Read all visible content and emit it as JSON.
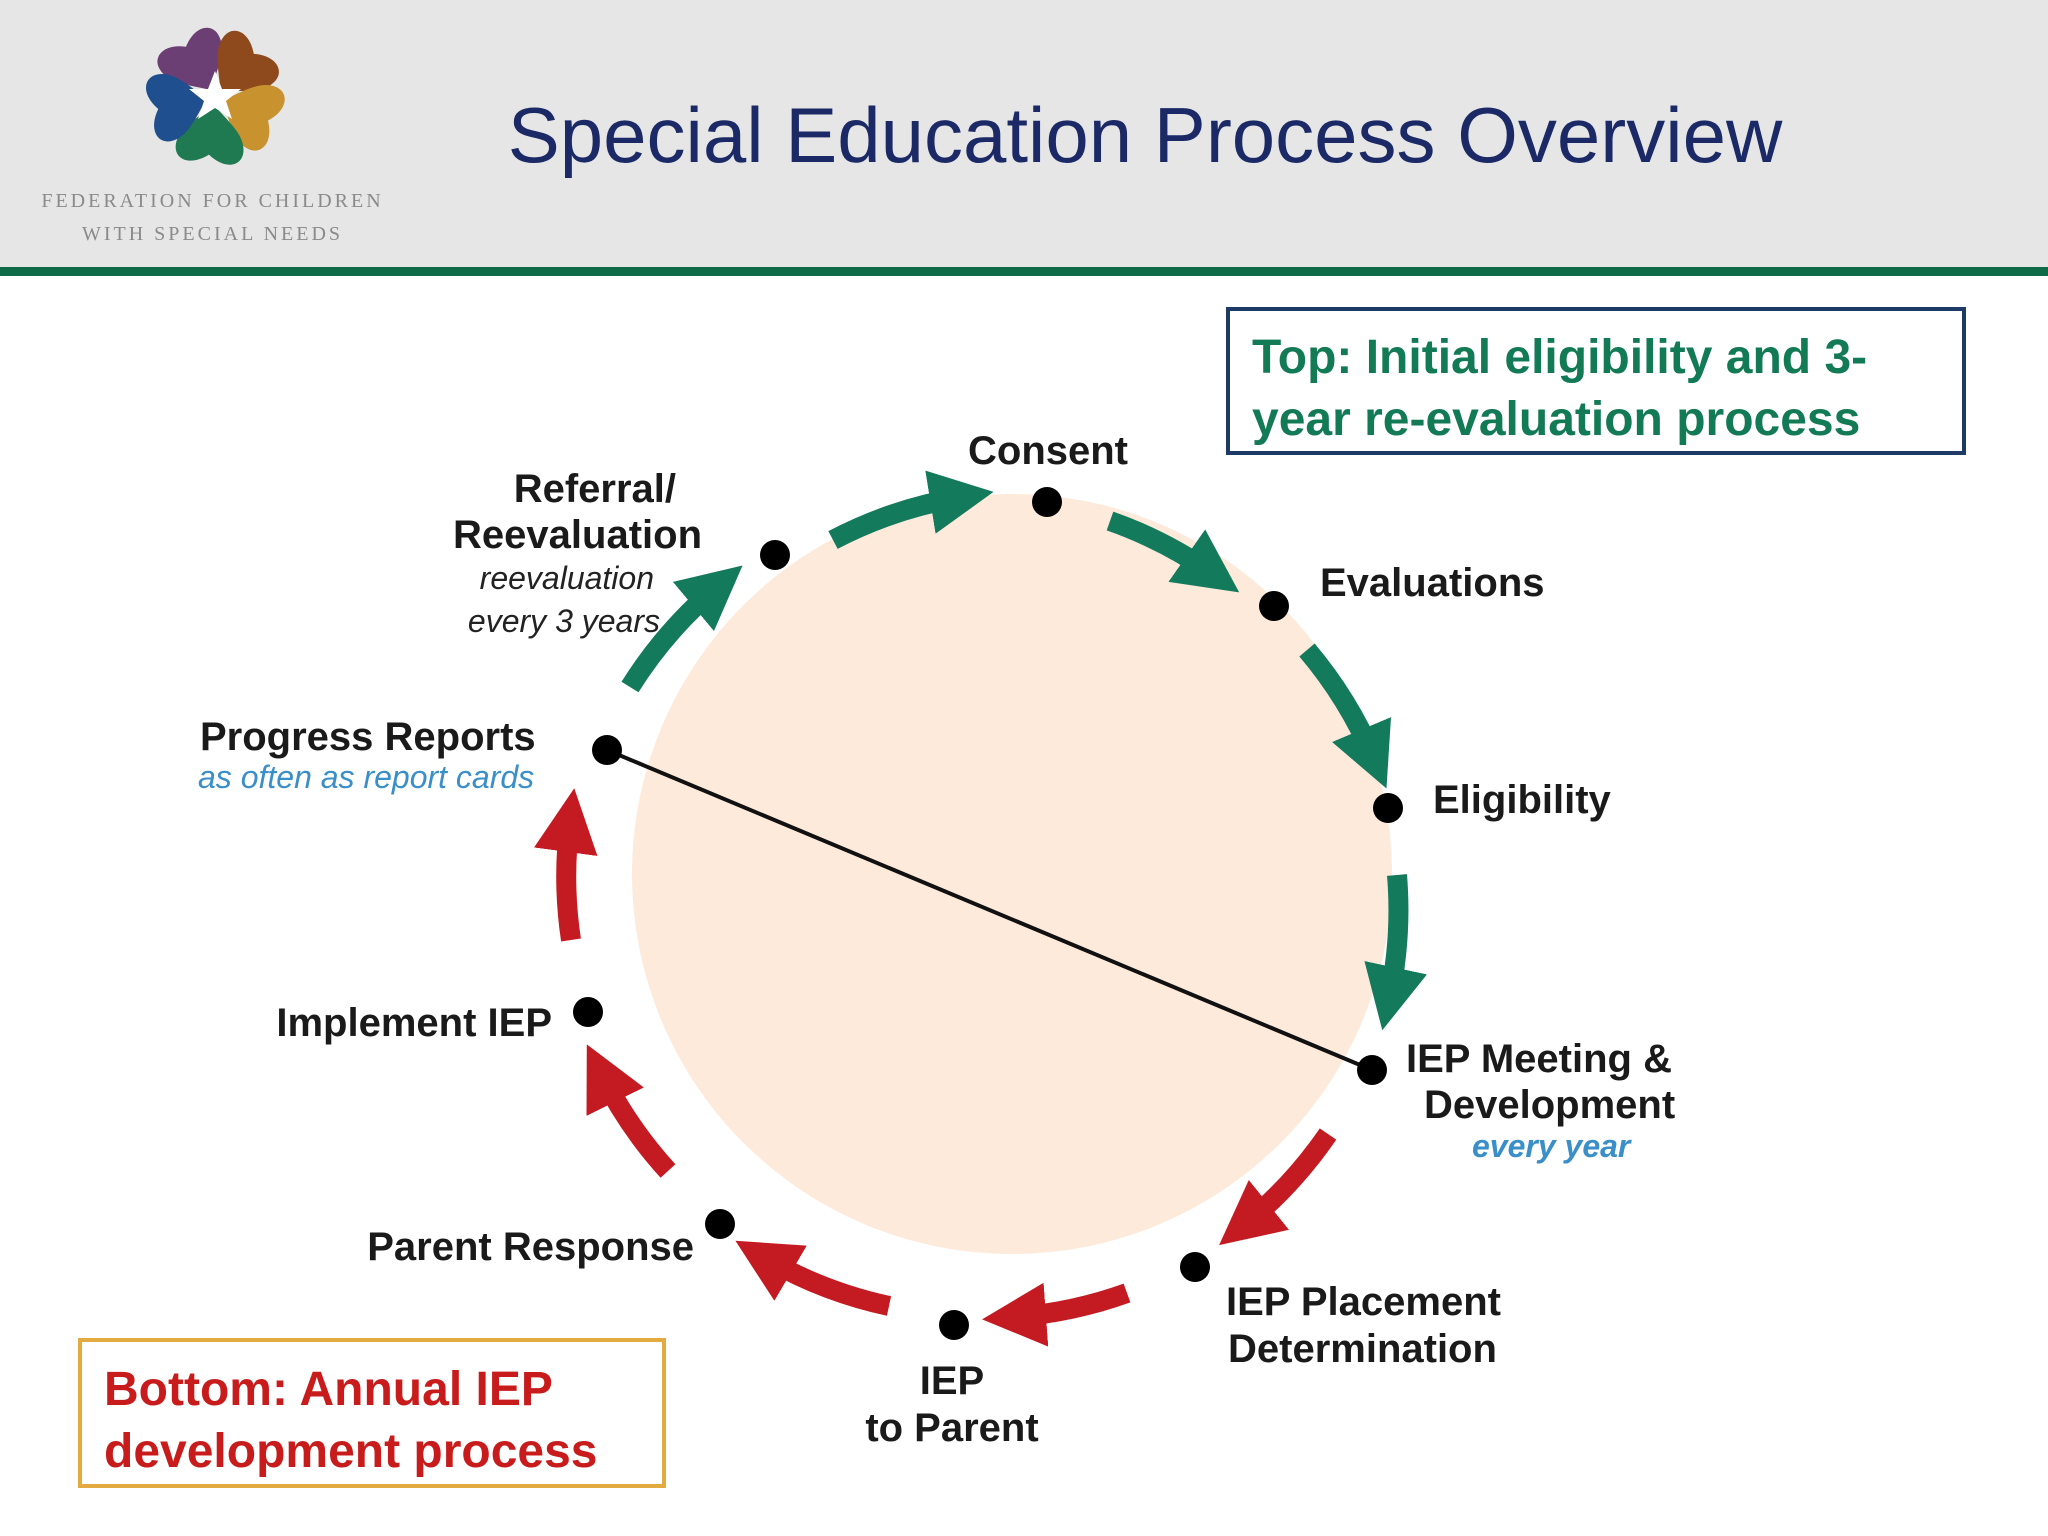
{
  "header": {
    "title": "Special Education Process Overview",
    "logo": {
      "line1": "FEDERATION FOR CHILDREN",
      "line2": "WITH SPECIAL NEEDS"
    }
  },
  "callouts": {
    "top": {
      "line1": "Top:  Initial eligibility and 3-",
      "line2": "year re-evaluation process"
    },
    "bottom": {
      "line1": "Bottom:  Annual IEP",
      "line2": "development process"
    }
  },
  "steps": {
    "consent": "Consent",
    "evaluations": "Evaluations",
    "eligibility": "Eligibility",
    "iep_meeting": {
      "line1": "IEP Meeting  &",
      "line2": "Development",
      "note": "every year"
    },
    "iep_placement": {
      "line1": "IEP Placement",
      "line2": "Determination"
    },
    "iep_to_parent": {
      "line1": "IEP",
      "line2": "to Parent"
    },
    "parent_response": "Parent Response",
    "implement_iep": "Implement  IEP",
    "progress_reports": {
      "line1": "Progress  Reports",
      "note": "as often as report cards"
    },
    "referral": {
      "line1": "Referral/",
      "line2": "Reevaluation",
      "note1": "reevaluation",
      "note2": "every 3 years"
    }
  },
  "colors": {
    "header_bg": "#e6e6e6",
    "header_rule": "#0f6b47",
    "title": "#1b2a66",
    "circle_fill": "#fdeadb",
    "top_arrows": "#137a5c",
    "bottom_arrows": "#c41a22",
    "note_blue": "#3a8fc8",
    "label_text": "#1a1a1a",
    "top_box_border": "#1e3a66",
    "top_box_text": "#137a56",
    "bottom_box_border": "#e3ab3f",
    "bottom_box_text": "#c81c1c"
  }
}
